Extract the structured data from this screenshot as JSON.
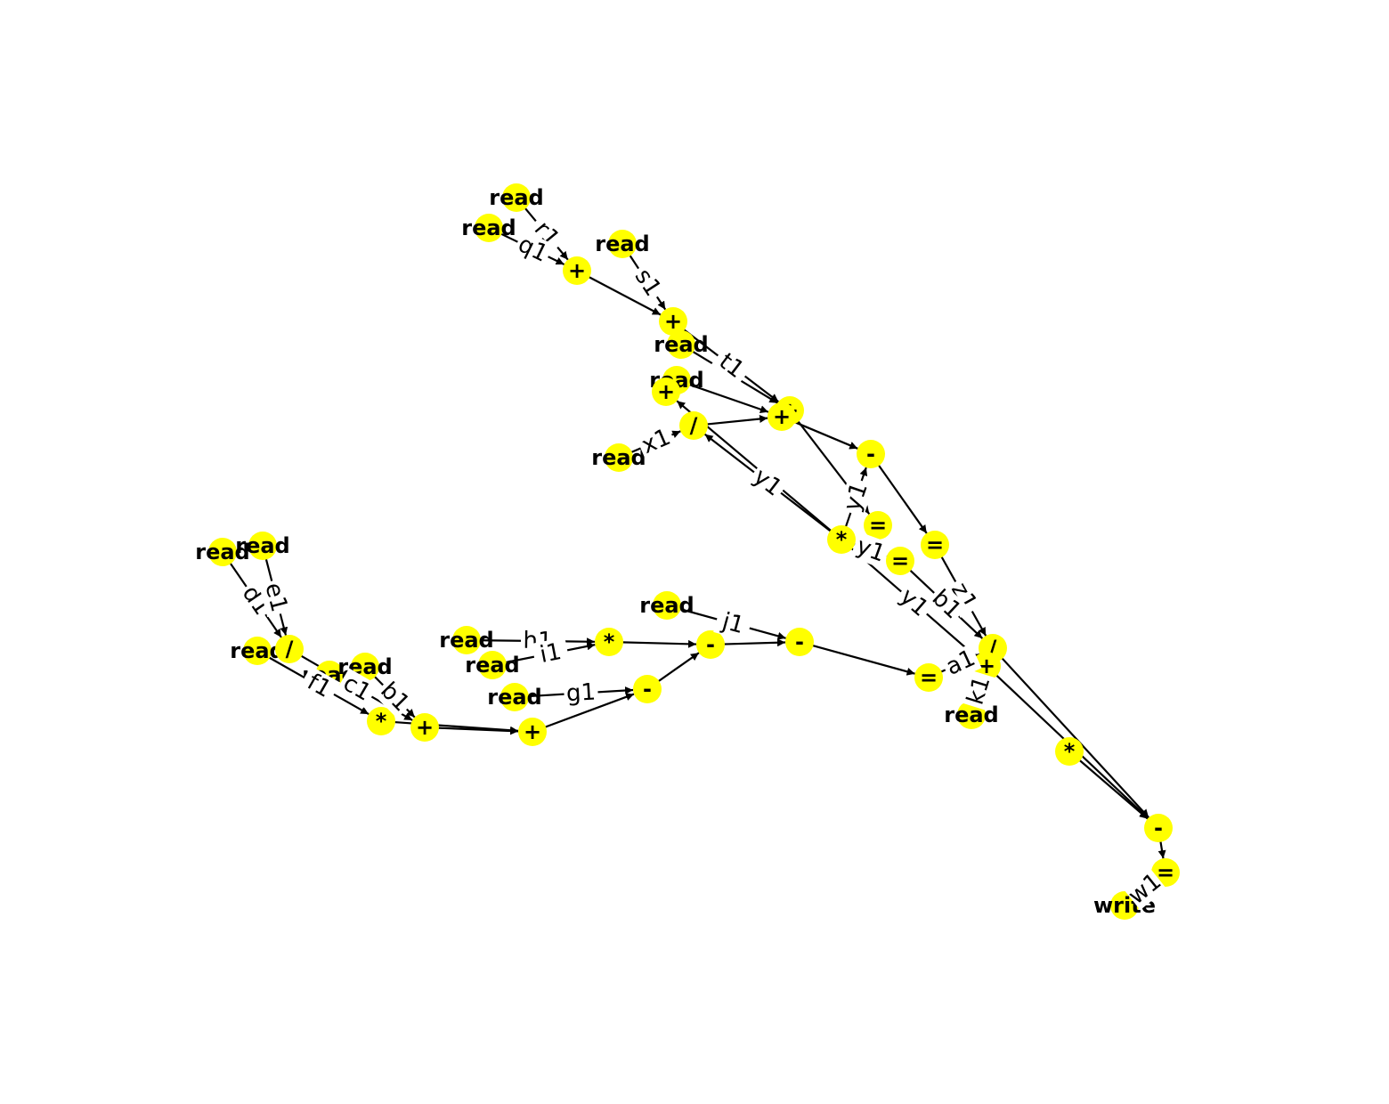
{
  "diagram": {
    "colors": {
      "node_fill": "#ffff00",
      "edge": "#000000",
      "label": "#000000",
      "background": "#ffffff"
    },
    "nodes": [
      {
        "id": "n_read_r1",
        "label": "read"
      },
      {
        "id": "n_read_q1",
        "label": "read"
      },
      {
        "id": "n_plus_a",
        "label": "+"
      },
      {
        "id": "n_read_s1",
        "label": "read"
      },
      {
        "id": "n_plus_b",
        "label": "+"
      },
      {
        "id": "n_read_c",
        "label": "read"
      },
      {
        "id": "n_read_d",
        "label": "read"
      },
      {
        "id": "n_plus_c",
        "label": "+"
      },
      {
        "id": "n_plus_d",
        "label": "+"
      },
      {
        "id": "n_plus_e",
        "label": "+"
      },
      {
        "id": "n_div_a",
        "label": "/"
      },
      {
        "id": "n_read_x1",
        "label": "read"
      },
      {
        "id": "n_minus_a",
        "label": "-"
      },
      {
        "id": "n_eq_a",
        "label": "="
      },
      {
        "id": "n_mul_a",
        "label": "*"
      },
      {
        "id": "n_eq_b",
        "label": "="
      },
      {
        "id": "n_eq_c",
        "label": "="
      },
      {
        "id": "n_div_b",
        "label": "/"
      },
      {
        "id": "n_plus_f",
        "label": "+"
      },
      {
        "id": "n_read_k1",
        "label": "read"
      },
      {
        "id": "n_mul_b",
        "label": "*"
      },
      {
        "id": "n_minus_b",
        "label": "-"
      },
      {
        "id": "n_eq_d",
        "label": "="
      },
      {
        "id": "n_write",
        "label": "write"
      },
      {
        "id": "n_read_e1a",
        "label": "read"
      },
      {
        "id": "n_read_e1b",
        "label": "read"
      },
      {
        "id": "n_read_left",
        "label": "read"
      },
      {
        "id": "n_div_c",
        "label": "/"
      },
      {
        "id": "n_read_f1",
        "label": "read"
      },
      {
        "id": "n_read_c1",
        "label": "read"
      },
      {
        "id": "n_mul_c",
        "label": "*"
      },
      {
        "id": "n_plus_g",
        "label": "+"
      },
      {
        "id": "n_plus_h",
        "label": "+"
      },
      {
        "id": "n_read_h1",
        "label": "read"
      },
      {
        "id": "n_read_i1",
        "label": "read"
      },
      {
        "id": "n_mul_d",
        "label": "*"
      },
      {
        "id": "n_read_g1",
        "label": "read"
      },
      {
        "id": "n_minus_c",
        "label": "-"
      },
      {
        "id": "n_minus_d",
        "label": "-"
      },
      {
        "id": "n_read_j1",
        "label": "read"
      },
      {
        "id": "n_minus_e",
        "label": "-"
      },
      {
        "id": "n_eq_e",
        "label": "="
      }
    ],
    "edges": [
      {
        "from": "n_read_r1",
        "to": "n_plus_a",
        "label": "r1"
      },
      {
        "from": "n_read_q1",
        "to": "n_plus_a",
        "label": "q1"
      },
      {
        "from": "n_plus_a",
        "to": "n_plus_b",
        "label": ""
      },
      {
        "from": "n_read_s1",
        "to": "n_plus_b",
        "label": "s1"
      },
      {
        "from": "n_plus_b",
        "to": "n_plus_d",
        "label": "t1"
      },
      {
        "from": "n_read_c",
        "to": "n_plus_d",
        "label": ""
      },
      {
        "from": "n_read_d",
        "to": "n_plus_e",
        "label": ""
      },
      {
        "from": "n_div_a",
        "to": "n_plus_e",
        "label": ""
      },
      {
        "from": "n_read_x1",
        "to": "n_div_a",
        "label": "x1"
      },
      {
        "from": "n_plus_e",
        "to": "n_minus_a",
        "label": ""
      },
      {
        "from": "n_plus_d",
        "to": "n_eq_b",
        "label": ""
      },
      {
        "from": "n_mul_a",
        "to": "n_div_a",
        "label": "y1"
      },
      {
        "from": "n_mul_a",
        "to": "n_plus_c",
        "label": ""
      },
      {
        "from": "n_mul_a",
        "to": "n_minus_a",
        "label": "y1"
      },
      {
        "from": "n_mul_a",
        "to": "n_eq_c",
        "label": "y1"
      },
      {
        "from": "n_minus_a",
        "to": "n_eq_a",
        "label": ""
      },
      {
        "from": "n_eq_a",
        "to": "n_div_b",
        "label": "z1"
      },
      {
        "from": "n_eq_c",
        "to": "n_div_b",
        "label": "b1"
      },
      {
        "from": "n_mul_a",
        "to": "n_plus_f",
        "label": "y1"
      },
      {
        "from": "n_eq_e",
        "to": "n_div_b",
        "label": "a1"
      },
      {
        "from": "n_read_k1",
        "to": "n_plus_f",
        "label": "k1"
      },
      {
        "from": "n_div_b",
        "to": "n_minus_b",
        "label": ""
      },
      {
        "from": "n_plus_f",
        "to": "n_minus_b",
        "label": ""
      },
      {
        "from": "n_mul_b",
        "to": "n_minus_b",
        "label": ""
      },
      {
        "from": "n_minus_b",
        "to": "n_eq_d",
        "label": ""
      },
      {
        "from": "n_eq_d",
        "to": "n_write",
        "label": "w1"
      },
      {
        "from": "n_read_e1a",
        "to": "n_div_c",
        "label": "d1"
      },
      {
        "from": "n_read_e1b",
        "to": "n_div_c",
        "label": "e1"
      },
      {
        "from": "n_read_left",
        "to": "n_mul_c",
        "label": "f1"
      },
      {
        "from": "n_div_c",
        "to": "n_plus_g",
        "label": "c1"
      },
      {
        "from": "n_read_c1",
        "to": "n_plus_g",
        "label": "b1"
      },
      {
        "from": "n_mul_c",
        "to": "n_plus_h",
        "label": ""
      },
      {
        "from": "n_plus_g",
        "to": "n_plus_h",
        "label": ""
      },
      {
        "from": "n_read_h1",
        "to": "n_mul_d",
        "label": "h1"
      },
      {
        "from": "n_read_i1",
        "to": "n_mul_d",
        "label": "i1"
      },
      {
        "from": "n_read_g1",
        "to": "n_minus_c",
        "label": "g1"
      },
      {
        "from": "n_plus_h",
        "to": "n_minus_c",
        "label": ""
      },
      {
        "from": "n_mul_d",
        "to": "n_minus_d",
        "label": ""
      },
      {
        "from": "n_minus_c",
        "to": "n_minus_d",
        "label": ""
      },
      {
        "from": "n_read_j1",
        "to": "n_minus_e",
        "label": "j1"
      },
      {
        "from": "n_minus_d",
        "to": "n_minus_e",
        "label": ""
      },
      {
        "from": "n_minus_e",
        "to": "n_eq_e",
        "label": ""
      }
    ]
  }
}
